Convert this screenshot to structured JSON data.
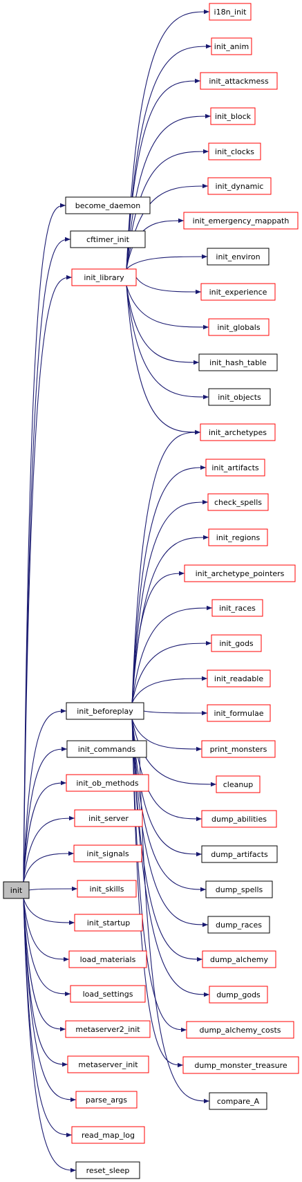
{
  "colors": {
    "edge": "#191970",
    "normal_border": "#000000",
    "ref_border": "#ff0000",
    "root_fill": "#bfbfbf",
    "node_fill": "#ffffff"
  },
  "nodes": [
    {
      "id": "init",
      "label": "init",
      "kind": "root"
    },
    {
      "id": "become_daemon",
      "label": "become_daemon",
      "kind": "normal"
    },
    {
      "id": "cftimer_init",
      "label": "cftimer_init",
      "kind": "normal"
    },
    {
      "id": "init_library",
      "label": "init_library",
      "kind": "ref"
    },
    {
      "id": "init_beforeplay",
      "label": "init_beforeplay",
      "kind": "normal"
    },
    {
      "id": "init_commands",
      "label": "init_commands",
      "kind": "normal"
    },
    {
      "id": "init_ob_methods",
      "label": "init_ob_methods",
      "kind": "ref"
    },
    {
      "id": "init_server",
      "label": "init_server",
      "kind": "ref"
    },
    {
      "id": "init_signals",
      "label": "init_signals",
      "kind": "ref"
    },
    {
      "id": "init_skills",
      "label": "init_skills",
      "kind": "ref"
    },
    {
      "id": "init_startup",
      "label": "init_startup",
      "kind": "ref"
    },
    {
      "id": "load_materials",
      "label": "load_materials",
      "kind": "ref"
    },
    {
      "id": "load_settings",
      "label": "load_settings",
      "kind": "ref"
    },
    {
      "id": "metaserver2_init",
      "label": "metaserver2_init",
      "kind": "ref"
    },
    {
      "id": "metaserver_init",
      "label": "metaserver_init",
      "kind": "ref"
    },
    {
      "id": "parse_args",
      "label": "parse_args",
      "kind": "ref"
    },
    {
      "id": "read_map_log",
      "label": "read_map_log",
      "kind": "ref"
    },
    {
      "id": "reset_sleep",
      "label": "reset_sleep",
      "kind": "normal"
    },
    {
      "id": "i18n_init",
      "label": "i18n_init",
      "kind": "ref"
    },
    {
      "id": "init_anim",
      "label": "init_anim",
      "kind": "ref"
    },
    {
      "id": "init_attackmess",
      "label": "init_attackmess",
      "kind": "ref"
    },
    {
      "id": "init_block",
      "label": "init_block",
      "kind": "ref"
    },
    {
      "id": "init_clocks",
      "label": "init_clocks",
      "kind": "ref"
    },
    {
      "id": "init_dynamic",
      "label": "init_dynamic",
      "kind": "ref"
    },
    {
      "id": "init_emergency_mappath",
      "label": "init_emergency_mappath",
      "kind": "ref"
    },
    {
      "id": "init_environ",
      "label": "init_environ",
      "kind": "normal"
    },
    {
      "id": "init_experience",
      "label": "init_experience",
      "kind": "ref"
    },
    {
      "id": "init_globals",
      "label": "init_globals",
      "kind": "ref"
    },
    {
      "id": "init_hash_table",
      "label": "init_hash_table",
      "kind": "normal"
    },
    {
      "id": "init_objects",
      "label": "init_objects",
      "kind": "normal"
    },
    {
      "id": "init_archetypes",
      "label": "init_archetypes",
      "kind": "ref"
    },
    {
      "id": "init_artifacts",
      "label": "init_artifacts",
      "kind": "ref"
    },
    {
      "id": "check_spells",
      "label": "check_spells",
      "kind": "ref"
    },
    {
      "id": "init_regions",
      "label": "init_regions",
      "kind": "ref"
    },
    {
      "id": "init_archetype_pointers",
      "label": "init_archetype_pointers",
      "kind": "ref"
    },
    {
      "id": "init_races",
      "label": "init_races",
      "kind": "ref"
    },
    {
      "id": "init_gods",
      "label": "init_gods",
      "kind": "ref"
    },
    {
      "id": "init_readable",
      "label": "init_readable",
      "kind": "ref"
    },
    {
      "id": "init_formulae",
      "label": "init_formulae",
      "kind": "ref"
    },
    {
      "id": "print_monsters",
      "label": "print_monsters",
      "kind": "ref"
    },
    {
      "id": "cleanup",
      "label": "cleanup",
      "kind": "ref"
    },
    {
      "id": "dump_abilities",
      "label": "dump_abilities",
      "kind": "ref"
    },
    {
      "id": "dump_artifacts",
      "label": "dump_artifacts",
      "kind": "normal"
    },
    {
      "id": "dump_spells",
      "label": "dump_spells",
      "kind": "normal"
    },
    {
      "id": "dump_races",
      "label": "dump_races",
      "kind": "normal"
    },
    {
      "id": "dump_alchemy",
      "label": "dump_alchemy",
      "kind": "ref"
    },
    {
      "id": "dump_gods",
      "label": "dump_gods",
      "kind": "ref"
    },
    {
      "id": "dump_alchemy_costs",
      "label": "dump_alchemy_costs",
      "kind": "ref"
    },
    {
      "id": "dump_monster_treasure",
      "label": "dump_monster_treasure",
      "kind": "ref"
    },
    {
      "id": "compare_A",
      "label": "compare_A",
      "kind": "normal"
    }
  ],
  "edges": [
    [
      "init",
      "become_daemon"
    ],
    [
      "init",
      "cftimer_init"
    ],
    [
      "init",
      "init_library"
    ],
    [
      "init",
      "init_beforeplay"
    ],
    [
      "init",
      "init_commands"
    ],
    [
      "init",
      "init_ob_methods"
    ],
    [
      "init",
      "init_server"
    ],
    [
      "init",
      "init_signals"
    ],
    [
      "init",
      "init_skills"
    ],
    [
      "init",
      "init_startup"
    ],
    [
      "init",
      "load_materials"
    ],
    [
      "init",
      "load_settings"
    ],
    [
      "init",
      "metaserver2_init"
    ],
    [
      "init",
      "metaserver_init"
    ],
    [
      "init",
      "parse_args"
    ],
    [
      "init",
      "read_map_log"
    ],
    [
      "init",
      "reset_sleep"
    ],
    [
      "init_library",
      "i18n_init"
    ],
    [
      "init_library",
      "init_anim"
    ],
    [
      "init_library",
      "init_attackmess"
    ],
    [
      "init_library",
      "init_block"
    ],
    [
      "init_library",
      "init_clocks"
    ],
    [
      "init_library",
      "init_dynamic"
    ],
    [
      "init_library",
      "init_emergency_mappath"
    ],
    [
      "init_library",
      "init_environ"
    ],
    [
      "init_library",
      "init_experience"
    ],
    [
      "init_library",
      "init_globals"
    ],
    [
      "init_library",
      "init_hash_table"
    ],
    [
      "init_library",
      "init_objects"
    ],
    [
      "init_library",
      "init_archetypes"
    ],
    [
      "init_beforeplay",
      "init_archetypes"
    ],
    [
      "init_beforeplay",
      "init_artifacts"
    ],
    [
      "init_beforeplay",
      "check_spells"
    ],
    [
      "init_beforeplay",
      "init_regions"
    ],
    [
      "init_beforeplay",
      "init_archetype_pointers"
    ],
    [
      "init_beforeplay",
      "init_races"
    ],
    [
      "init_beforeplay",
      "init_gods"
    ],
    [
      "init_beforeplay",
      "init_readable"
    ],
    [
      "init_beforeplay",
      "init_formulae"
    ],
    [
      "init_beforeplay",
      "print_monsters"
    ],
    [
      "init_beforeplay",
      "cleanup"
    ],
    [
      "init_beforeplay",
      "dump_abilities"
    ],
    [
      "init_beforeplay",
      "dump_artifacts"
    ],
    [
      "init_beforeplay",
      "dump_spells"
    ],
    [
      "init_beforeplay",
      "dump_races"
    ],
    [
      "init_beforeplay",
      "dump_alchemy"
    ],
    [
      "init_beforeplay",
      "dump_gods"
    ],
    [
      "init_beforeplay",
      "dump_alchemy_costs"
    ],
    [
      "init_beforeplay",
      "dump_monster_treasure"
    ],
    [
      "init_commands",
      "compare_A"
    ]
  ]
}
